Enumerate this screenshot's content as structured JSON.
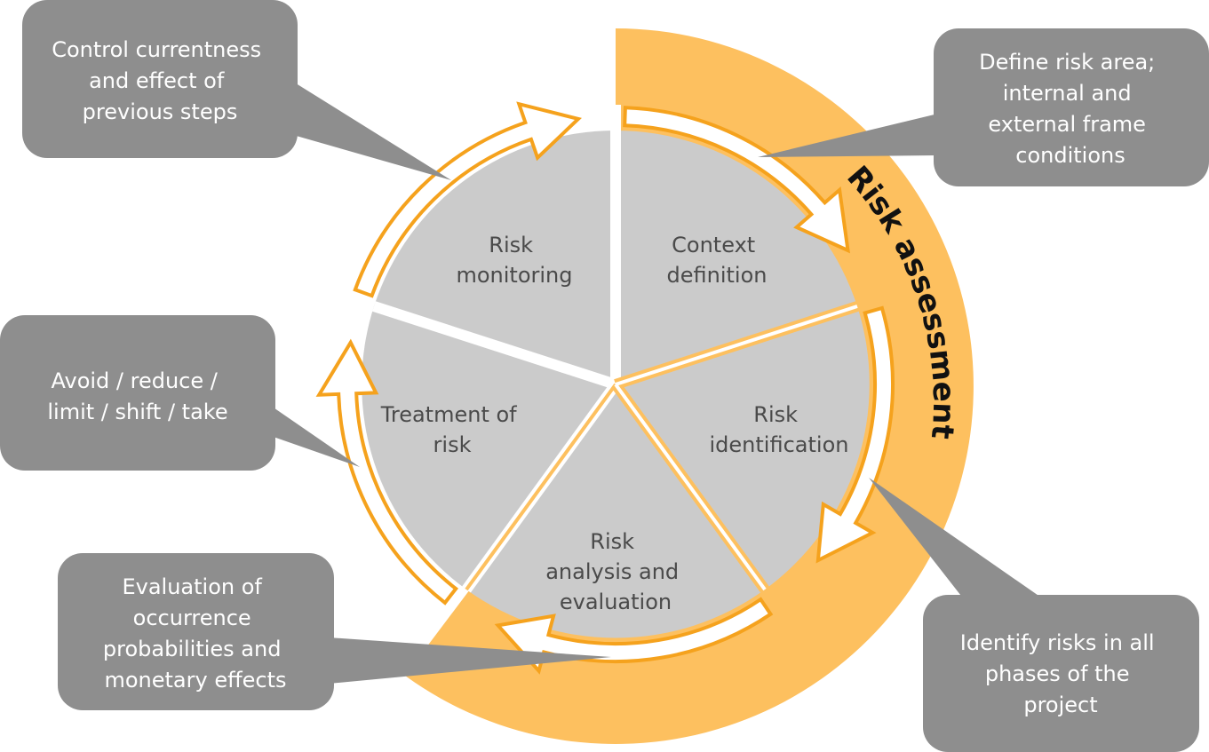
{
  "colors": {
    "segment_fill": "#cbcbcb",
    "arrow_stroke": "#f5a21d",
    "band_fill": "#fdc05f",
    "callout_fill": "#8e8e8e",
    "callout_text": "#ffffff",
    "segment_text": "#4a4a4a"
  },
  "segments": {
    "context_definition": [
      "Context",
      "definition"
    ],
    "risk_identification": [
      "Risk",
      "identification"
    ],
    "risk_analysis": [
      "Risk",
      "analysis and",
      "evaluation"
    ],
    "treatment": [
      "Treatment of",
      "risk"
    ],
    "monitoring": [
      "Risk",
      "monitoring"
    ]
  },
  "band_label": "Risk assessment",
  "callouts": {
    "monitoring": [
      "Control currentness",
      "and effect of",
      "previous steps"
    ],
    "context": [
      "Define risk area;",
      "internal and",
      "external frame",
      "conditions"
    ],
    "treatment": [
      "Avoid / reduce /",
      "limit / shift / take"
    ],
    "analysis": [
      "Evaluation of",
      "occurrence",
      "probabilities and",
      "monetary effects"
    ],
    "identification": [
      "Identify risks in all",
      "phases of the",
      "project"
    ]
  }
}
